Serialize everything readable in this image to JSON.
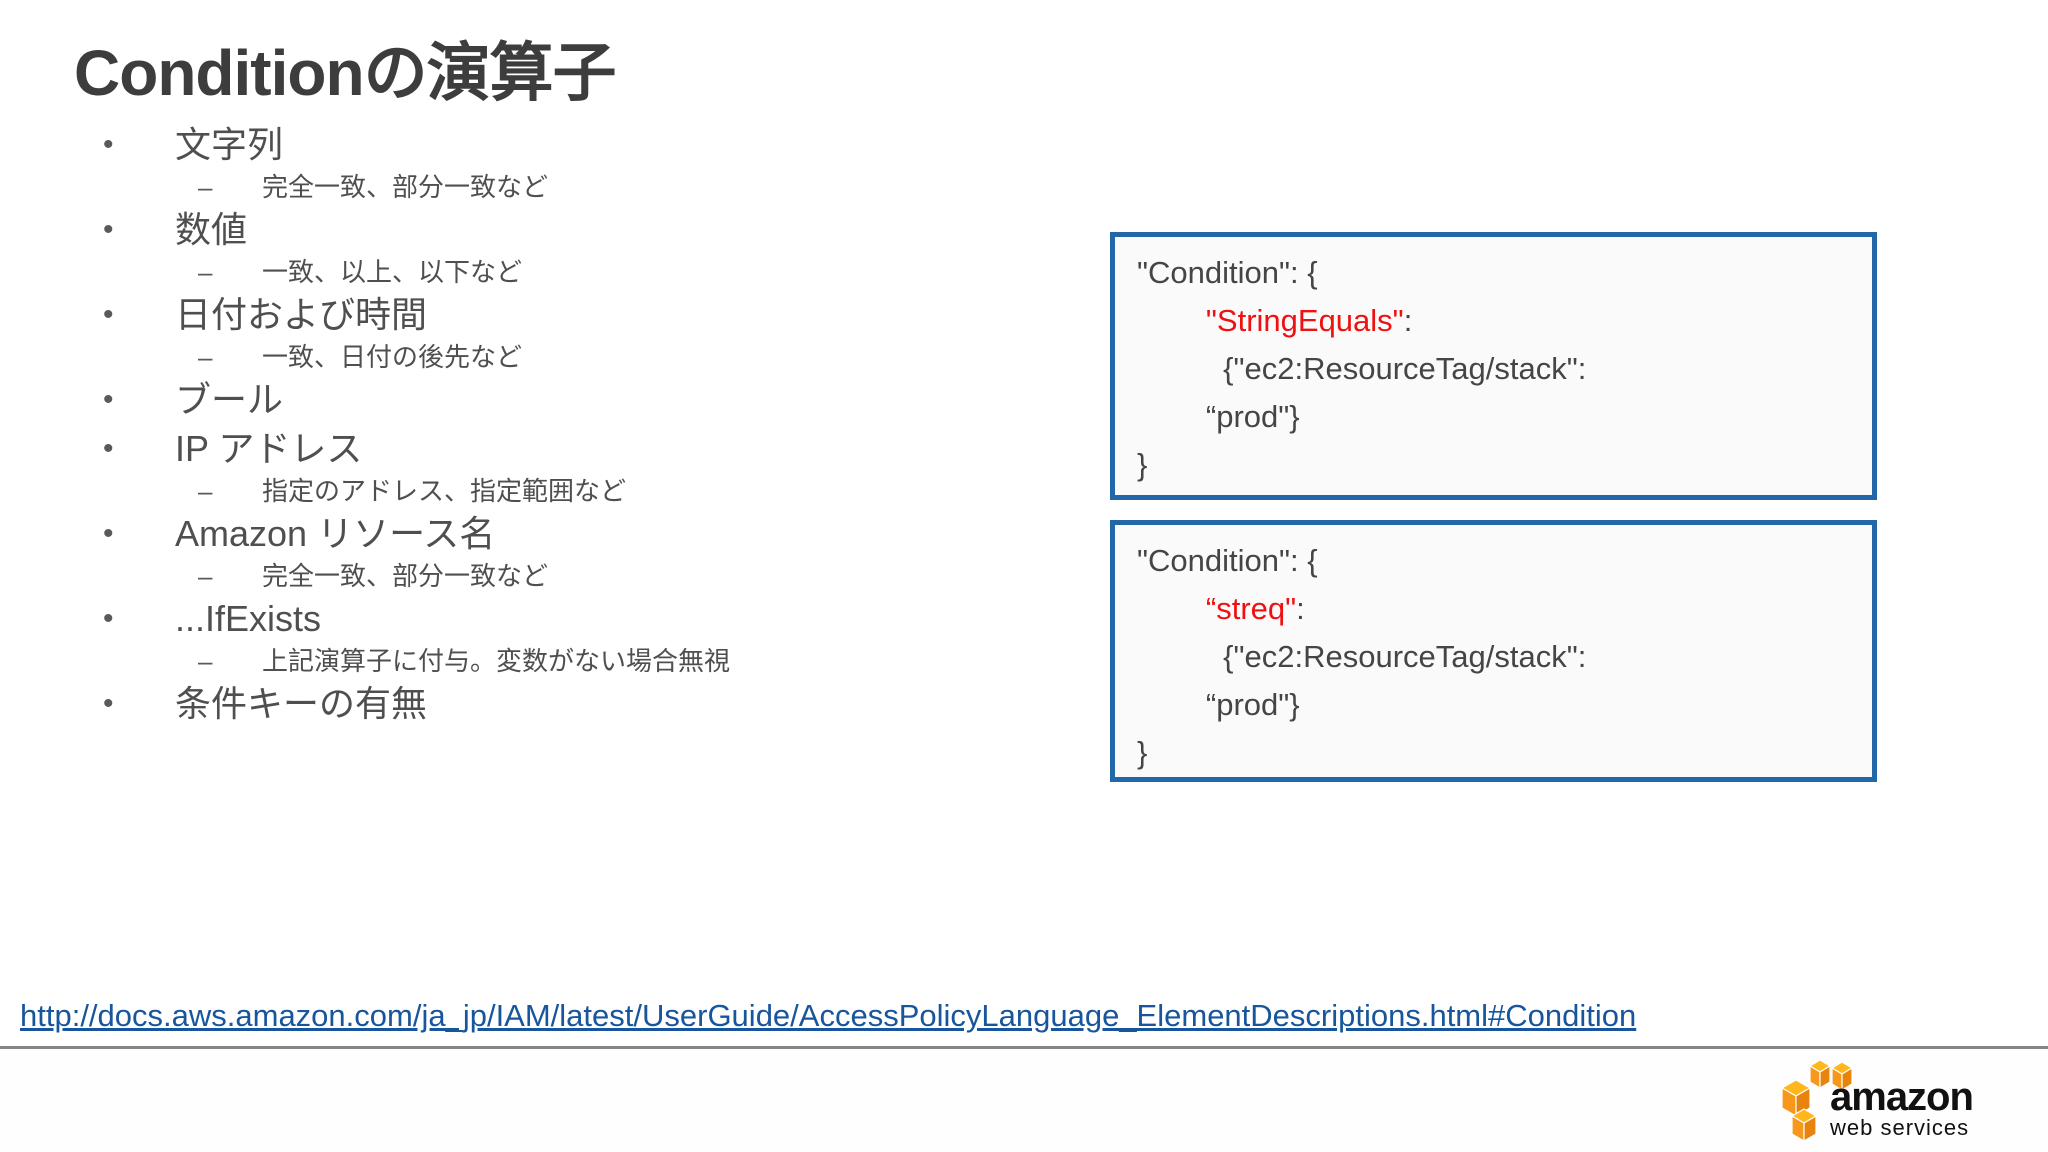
{
  "slide": {
    "title": "Conditionの演算子",
    "bullets": [
      {
        "label": "文字列",
        "sub": [
          "完全一致、部分一致など"
        ]
      },
      {
        "label": "数値",
        "sub": [
          "一致、以上、以下など"
        ]
      },
      {
        "label": "日付および時間",
        "sub": [
          "一致、日付の後先など"
        ]
      },
      {
        "label": "ブール",
        "sub": []
      },
      {
        "label": "IP アドレス",
        "sub": [
          "指定のアドレス、指定範囲など"
        ]
      },
      {
        "label": "Amazon リソース名",
        "sub": [
          "完全一致、部分一致など"
        ]
      },
      {
        "label": "...IfExists",
        "sub": [
          "上記演算子に付与。変数がない場合無視"
        ]
      },
      {
        "label": "条件キーの有無",
        "sub": []
      }
    ],
    "code_boxes": [
      {
        "name": "code-box-stringequals",
        "lines": [
          {
            "segments": [
              {
                "t": "\"Condition\": {"
              }
            ]
          },
          {
            "segments": [
              {
                "t": "        "
              },
              {
                "t": "\"StringEquals\"",
                "c": "red"
              },
              {
                "t": ":"
              }
            ]
          },
          {
            "segments": [
              {
                "t": "          {\"ec2:ResourceTag/stack\":"
              }
            ]
          },
          {
            "segments": [
              {
                "t": "        “prod\"}"
              }
            ]
          },
          {
            "segments": [
              {
                "t": "}"
              }
            ]
          }
        ]
      },
      {
        "name": "code-box-streq",
        "lines": [
          {
            "segments": [
              {
                "t": "\"Condition\": {"
              }
            ]
          },
          {
            "segments": [
              {
                "t": "        "
              },
              {
                "t": "“streq\"",
                "c": "red"
              },
              {
                "t": ":"
              }
            ]
          },
          {
            "segments": [
              {
                "t": "          {\"ec2:ResourceTag/stack\":"
              }
            ]
          },
          {
            "segments": [
              {
                "t": "        “prod\"}"
              }
            ]
          },
          {
            "segments": [
              {
                "t": "}"
              }
            ]
          }
        ]
      }
    ],
    "link": "http://docs.aws.amazon.com/ja_jp/IAM/latest/UserGuide/AccessPolicyLanguage_ElementDescriptions.html#Condition",
    "logo": {
      "brand": "amazon",
      "sub": "web services"
    }
  },
  "colors": {
    "box_border": "#2268a8",
    "code_red": "#ee1111",
    "link_blue": "#17569c",
    "body_text": "#4a4a4a",
    "logo_orange": "#f7981d",
    "logo_orange_light": "#ffb71c",
    "logo_orange_dark": "#e8830c"
  }
}
